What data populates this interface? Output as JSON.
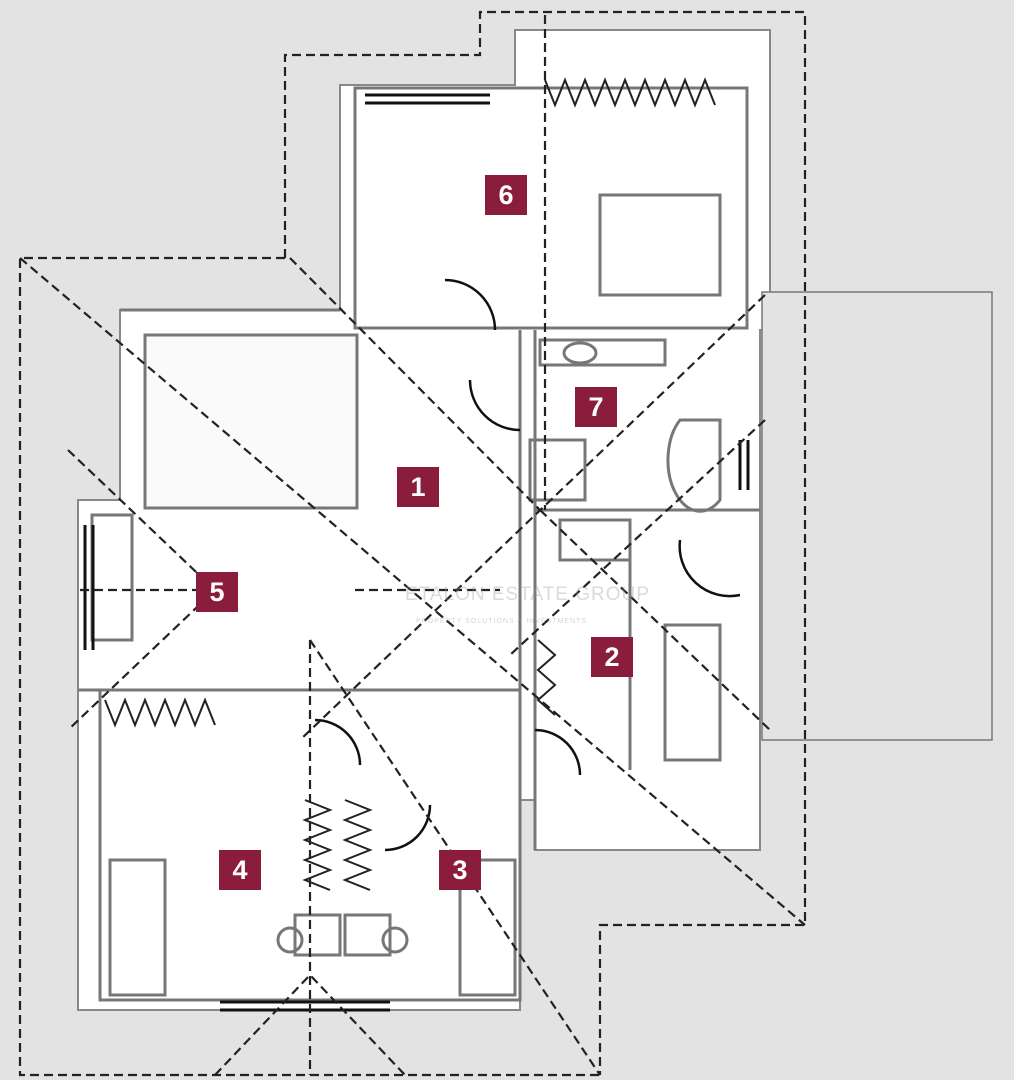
{
  "plan": {
    "rooms": [
      {
        "number": "1"
      },
      {
        "number": "2"
      },
      {
        "number": "3"
      },
      {
        "number": "4"
      },
      {
        "number": "5"
      },
      {
        "number": "6"
      },
      {
        "number": "7"
      }
    ],
    "label_color": "#8a1c3c"
  },
  "watermark": {
    "name": "ETALON ESTATE GROUP",
    "tagline": "PROPERTY SOLUTIONS & INVESTMENTS"
  }
}
